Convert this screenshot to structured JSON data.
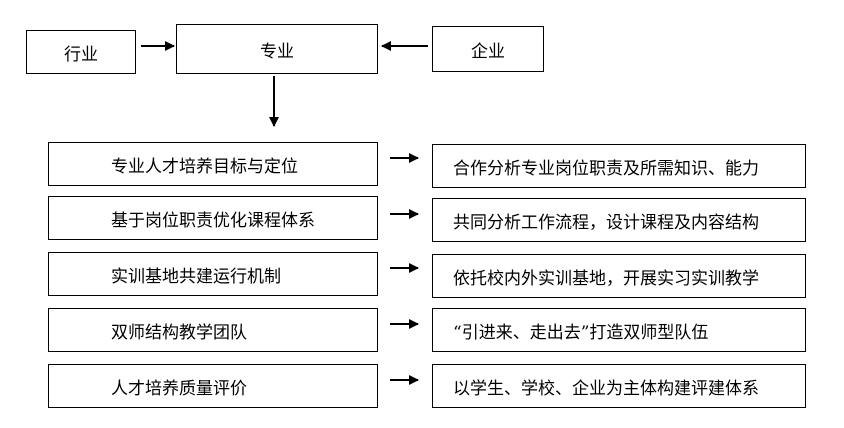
{
  "top": {
    "industry": "行业",
    "major": "专业",
    "enterprise": "企业"
  },
  "rows": [
    {
      "left": "专业人才培养目标与定位",
      "right": "合作分析专业岗位职责及所需知识、能力"
    },
    {
      "left": "基于岗位职责优化课程体系",
      "right": "共同分析工作流程，设计课程及内容结构"
    },
    {
      "left": "实训基地共建运行机制",
      "right": "依托校内外实训基地，开展实习实训教学"
    },
    {
      "left": "双师结构教学团队",
      "right": "“引进来、走出去”打造双师型队伍"
    },
    {
      "left": "人才培养质量评价",
      "right": "以学生、学校、企业为主体构建评建体系"
    }
  ]
}
